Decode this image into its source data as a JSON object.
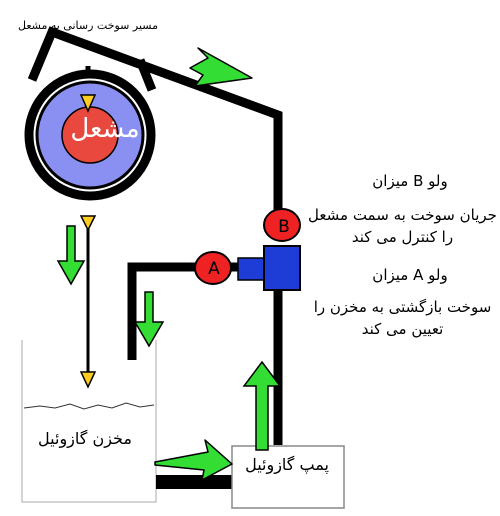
{
  "labels": {
    "fuel_path": "مسیر سوخت رسانی به مشعل",
    "burner": "مشعل",
    "valve_b_title": "ولو B میزان",
    "valve_b_desc": "جریان سوخت به سمت مشعل را کنترل می کند",
    "valve_a_title": "ولو A میزان",
    "valve_a_desc": "سوخت بازگشتی به مخزن را تعیین می کند",
    "tank": "مخزن گازوئیل",
    "pump": "پمپ گازوئیل",
    "valve_a_letter": "A",
    "valve_b_letter": "B"
  },
  "colors": {
    "burner_fill": "#8a8ff2",
    "burner_core": "#e8483e",
    "valve_red": "#ee2222",
    "valve_block": "#1d3dd6",
    "arrow_green": "#33dd33",
    "drop_yellow": "#ffcc22",
    "pipe": "#000000"
  }
}
